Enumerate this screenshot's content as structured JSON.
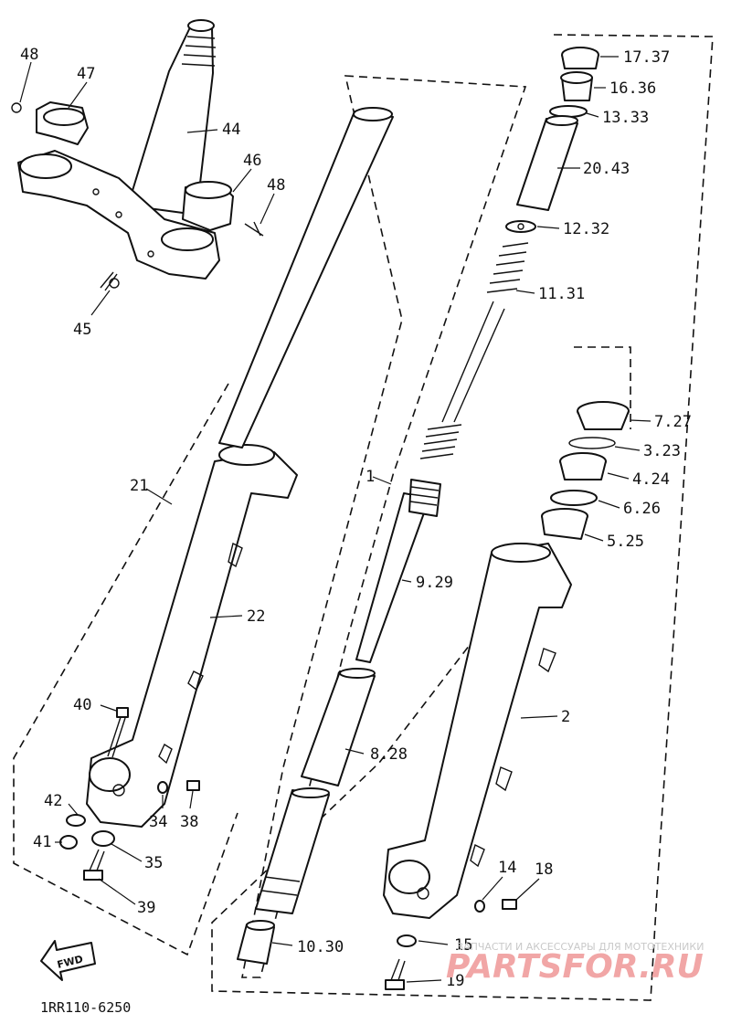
{
  "callouts": [
    {
      "id": "c48a",
      "text": "48"
    },
    {
      "id": "c47",
      "text": "47"
    },
    {
      "id": "c44",
      "text": "44"
    },
    {
      "id": "c46",
      "text": "46"
    },
    {
      "id": "c48b",
      "text": "48"
    },
    {
      "id": "c45",
      "text": "45"
    },
    {
      "id": "c21",
      "text": "21"
    },
    {
      "id": "c22",
      "text": "22"
    },
    {
      "id": "c40",
      "text": "40"
    },
    {
      "id": "c42",
      "text": "42"
    },
    {
      "id": "c34",
      "text": "34"
    },
    {
      "id": "c38",
      "text": "38"
    },
    {
      "id": "c41",
      "text": "41"
    },
    {
      "id": "c35",
      "text": "35"
    },
    {
      "id": "c39",
      "text": "39"
    },
    {
      "id": "c1",
      "text": "1"
    },
    {
      "id": "c929",
      "text": "9.29"
    },
    {
      "id": "c828",
      "text": "8.28"
    },
    {
      "id": "c1030",
      "text": "10.30"
    },
    {
      "id": "c1737",
      "text": "17.37"
    },
    {
      "id": "c1636",
      "text": "16.36"
    },
    {
      "id": "c1333",
      "text": "13.33"
    },
    {
      "id": "c2043",
      "text": "20.43"
    },
    {
      "id": "c1232",
      "text": "12.32"
    },
    {
      "id": "c1131",
      "text": "11.31"
    },
    {
      "id": "c727",
      "text": "7.27"
    },
    {
      "id": "c323",
      "text": "3.23"
    },
    {
      "id": "c424",
      "text": "4.24"
    },
    {
      "id": "c626",
      "text": "6.26"
    },
    {
      "id": "c525",
      "text": "5.25"
    },
    {
      "id": "c2",
      "text": "2"
    },
    {
      "id": "c14",
      "text": "14"
    },
    {
      "id": "c18",
      "text": "18"
    },
    {
      "id": "c15",
      "text": "15"
    },
    {
      "id": "c19",
      "text": "19"
    }
  ],
  "fwd_label": "FWD",
  "diagram_code": "1RR110-6250",
  "watermark": {
    "tagline": "ЗАПЧАСТИ И АКСЕССУАРЫ ДЛЯ МОТОТЕХНИКИ",
    "brand": "PARTSFOR.RU"
  }
}
